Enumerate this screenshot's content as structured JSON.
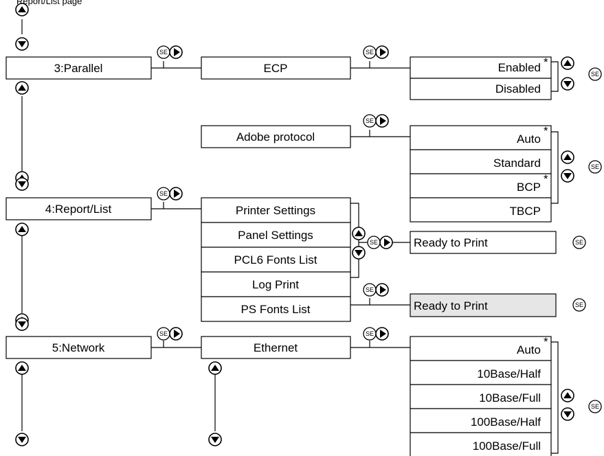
{
  "caption": "Report/List page",
  "menus": {
    "parallel": "3:Parallel",
    "report": "4:Report/List",
    "network": "5:Network"
  },
  "parallel_items": {
    "ecp": "ECP",
    "adobe": "Adobe protocol"
  },
  "ecp_options": [
    {
      "label": "Enabled",
      "default": true
    },
    {
      "label": "Disabled",
      "default": false
    }
  ],
  "adobe_options": [
    {
      "label": "Auto",
      "default": true
    },
    {
      "label": "Standard",
      "default": false
    },
    {
      "label": "BCP",
      "default": true
    },
    {
      "label": "TBCP",
      "default": false
    }
  ],
  "report_items": [
    "Printer Settings",
    "Panel Settings",
    "PCL6 Fonts List",
    "Log Print",
    "PS Fonts List"
  ],
  "ready_label": "Ready to Print",
  "ready_ps_label": "Ready to Print",
  "network_item": "Ethernet",
  "ethernet_options": [
    {
      "label": "Auto",
      "default": true
    },
    {
      "label": "10Base/Half",
      "default": false
    },
    {
      "label": "10Base/Full",
      "default": false
    },
    {
      "label": "100Base/Half",
      "default": false
    },
    {
      "label": "100Base/Full",
      "default": false
    }
  ],
  "icons": {
    "set_label": "SE",
    "default_mark": "*"
  },
  "colors": {
    "line": "#000000",
    "box_fill": "#ffffff",
    "highlight_fill": "#e6e6e6"
  }
}
